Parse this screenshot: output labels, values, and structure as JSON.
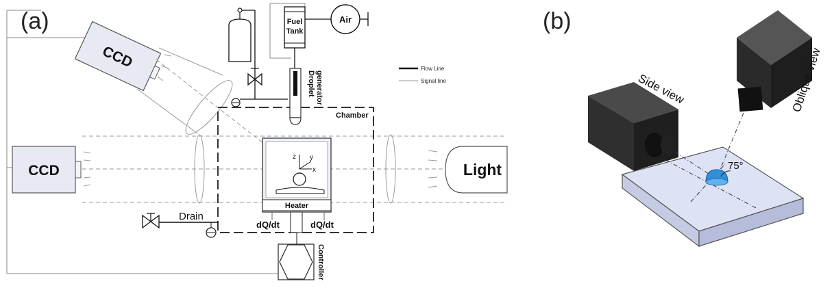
{
  "panel_a": {
    "label": "(a)",
    "ccd_top": "CCD",
    "ccd_left": "CCD",
    "light": "Light",
    "fuel_tank": [
      "Fuel",
      "Tank"
    ],
    "air": "Air",
    "droplet_generator": [
      "Droplet",
      "generator"
    ],
    "chamber": "Chamber",
    "heater": "Heater",
    "drain": "Drain",
    "dqdt_left": "dQ/dt",
    "dqdt_right": "dQ/dt",
    "controller": "Controller",
    "axis_z": "z",
    "axis_y": "y",
    "axis_x": "x",
    "legend": {
      "flow_line": "Flow Line",
      "signal_line": "Signal line"
    }
  },
  "panel_b": {
    "label": "(b)",
    "side_view": "Side view",
    "oblique_view": "Oblique view",
    "angle": "75°"
  },
  "colors": {
    "chamber_fill": "#eef0fa",
    "ccd_fill": "#e7e9f3",
    "plate_top": "#dde3f4",
    "plate_side": "#c4cbe3",
    "camera_dark": "#2a2a2a",
    "droplet": "#2f8fd8"
  }
}
